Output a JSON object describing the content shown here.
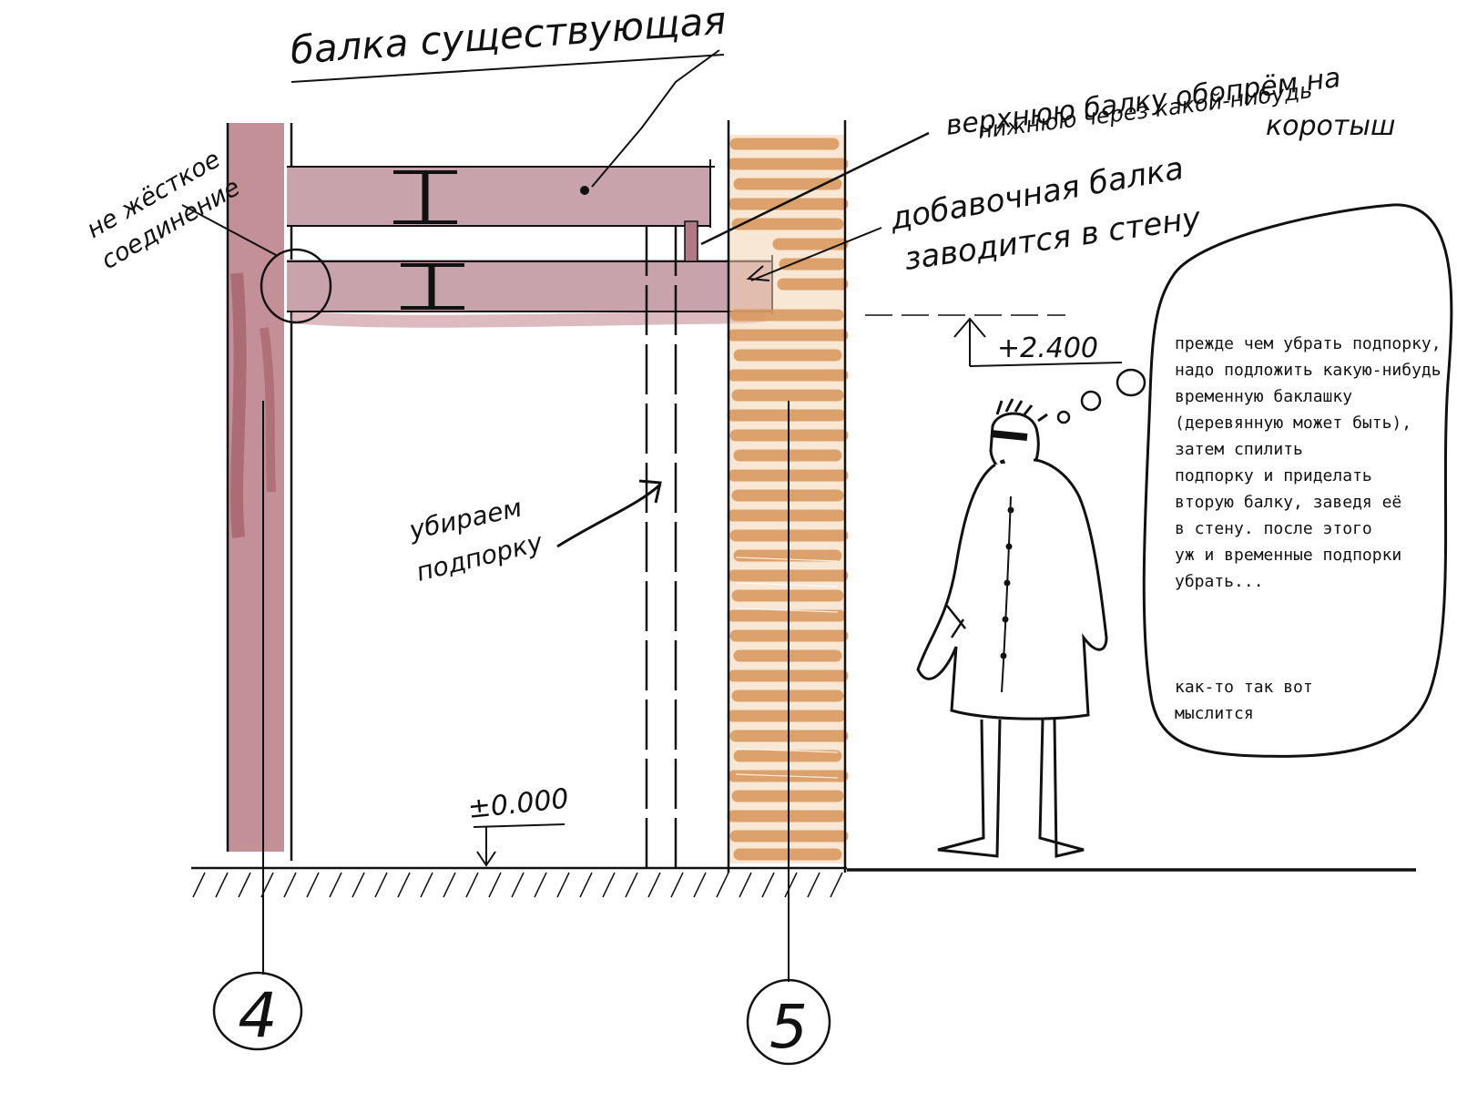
{
  "labels": {
    "existing_beam": "балка существующая",
    "not_rigid_line1": "не жёсткое",
    "not_rigid_line2": "соединение",
    "support_line1": "верхнюю балку обопрём на",
    "support_line2": "нижнюю через какой-нибудь",
    "support_line3": "коротыш",
    "extra_beam_line1": "добавочная балка",
    "extra_beam_line2": "заводится в стену",
    "remove_line1": "убираем",
    "remove_line2": "подпорку",
    "level_top": "+2.400",
    "level_zero": "±0.000",
    "axis_left": "4",
    "axis_right": "5"
  },
  "thought_bubble": {
    "paragraph1": "прежде чем убрать подпорку,\nнадо подложить какую-нибудь\nвременную баклашку\n(деревянную может быть),\nзатем спилить\nподпорку и приделать\nвторую балку, заведя её\nв стену. после этого\nуж и временные подпорки\nубрать...",
    "paragraph2": "как-то так вот\nмыслится"
  },
  "colors": {
    "column": "#b0707a",
    "beam": "#c9a3ab",
    "brick": "#d9955a",
    "ink": "#111111"
  }
}
